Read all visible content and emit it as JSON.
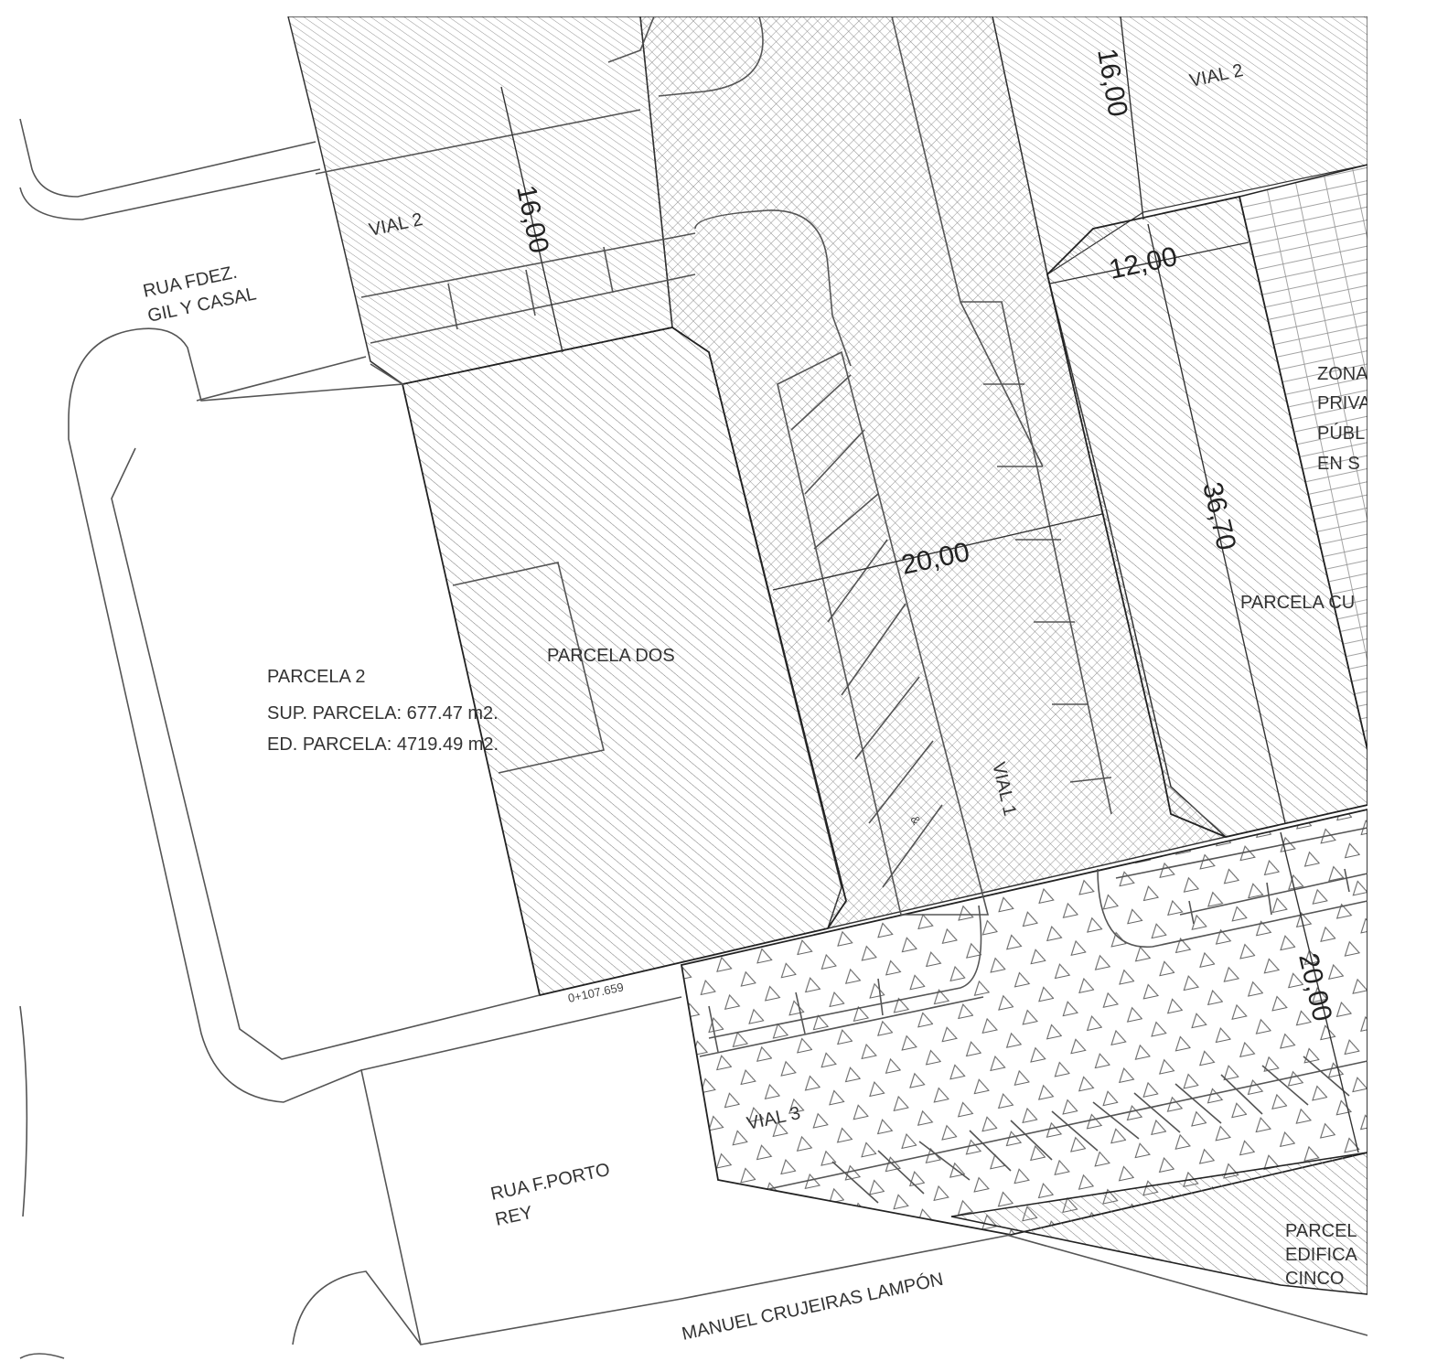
{
  "labels": {
    "vial2_left": "VIAL 2",
    "vial2_right": "VIAL 2",
    "vial1": "VIAL 1",
    "vial3": "VIAL 3",
    "rua_fdez_1": "RUA FDEZ.",
    "rua_fdez_2": "GIL Y CASAL",
    "parcela2_title": "PARCELA 2",
    "parcela2_sup": "SUP. PARCELA: 677.47 m2.",
    "parcela2_ed": "ED. PARCELA: 4719.49 m2.",
    "parcela_dos": "PARCELA DOS",
    "parcela_cu": "PARCELA CU",
    "zona_1": "ZONA",
    "zona_2": "PRIVA",
    "zona_3": "PÚBL",
    "zona_4": "EN S",
    "rua_porto_1": "RUA F.PORTO",
    "rua_porto_2": "REY",
    "manuel": "MANUEL CRUJEIRAS LAMPÓN",
    "parcel_1": "PARCEL",
    "parcel_2": "EDIFICA",
    "parcel_3": "CINCO",
    "station": "0+107.659",
    "ampersand": "&"
  },
  "dimensions": {
    "d16_left": "16,00",
    "d16_top": "16,00",
    "d12": "12,00",
    "d20_mid": "20,00",
    "d36_70": "36,70",
    "d20_right": "20,00"
  }
}
